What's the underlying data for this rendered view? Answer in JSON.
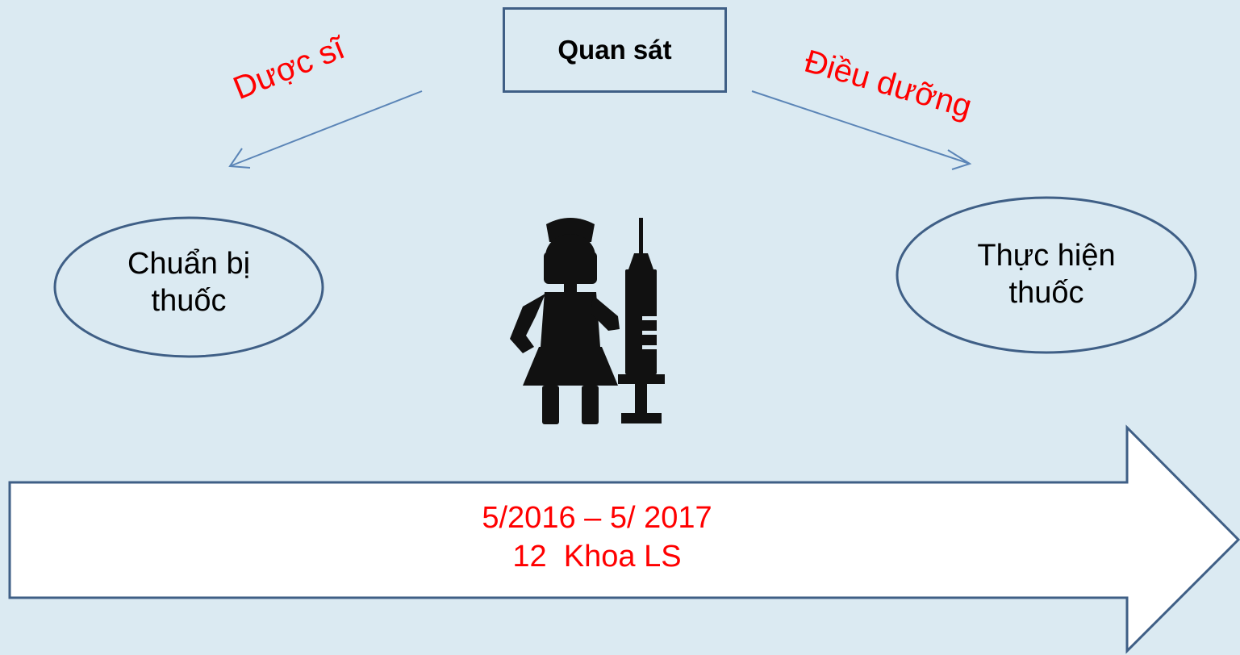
{
  "observe_label": "Quan sát",
  "left_role_label": "Dược sĩ",
  "right_role_label": "Điều dưỡng",
  "left_stage": {
    "line1": "Chuẩn bị",
    "line2": "thuốc"
  },
  "right_stage": {
    "line1": "Thực hiện",
    "line2": "thuốc"
  },
  "timeline": {
    "period": "5/2016 – 5/ 2017",
    "scope": "12  Khoa LS"
  },
  "nurse_icon": "nurse-with-syringe-icon",
  "colors": {
    "background": "#dbeaf2",
    "outline": "#3f5f86",
    "arrow": "#5b85b7",
    "highlight": "#ff0000"
  }
}
